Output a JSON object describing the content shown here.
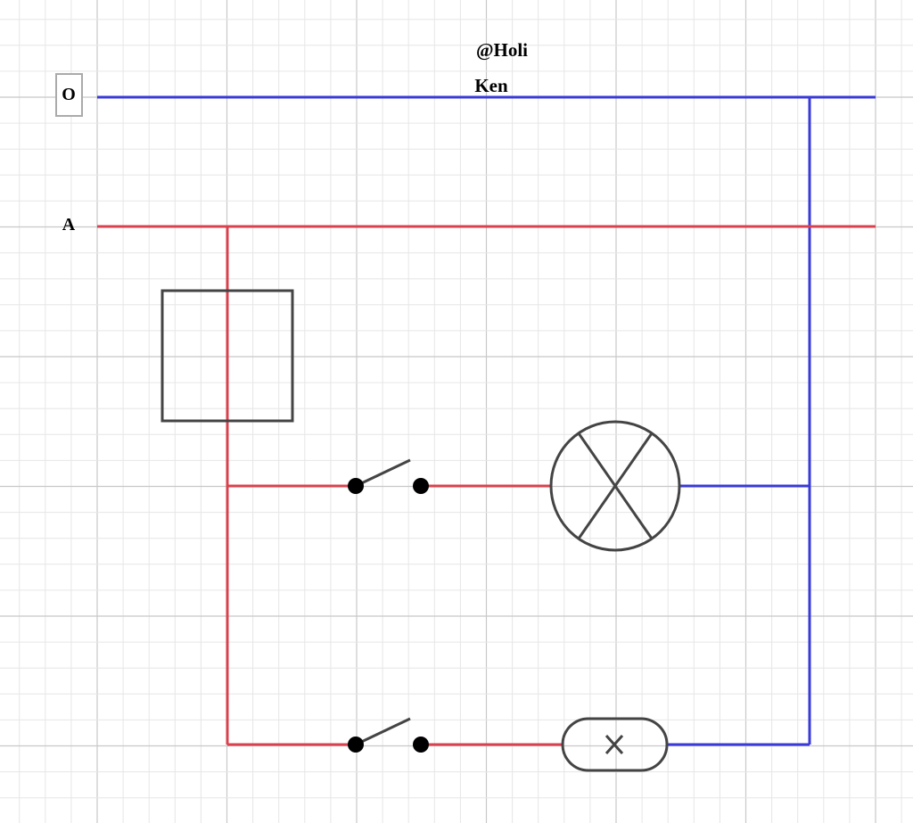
{
  "watermark": {
    "line1": "@Holi",
    "line2": "Ken"
  },
  "labels": {
    "neutral": "O",
    "phase": "A"
  },
  "colors": {
    "grid_minor": "#e6e6e6",
    "grid_major": "#c8c8c8",
    "phase_wire": "#d9414e",
    "neutral_wire": "#3a3ad8",
    "component": "#444444",
    "label_box": "#aaaaaa"
  },
  "components": [
    {
      "kind": "meter",
      "icon": "meter-box-icon"
    },
    {
      "kind": "switch",
      "icon": "switch-icon"
    },
    {
      "kind": "lamp",
      "icon": "lamp-icon"
    },
    {
      "kind": "switch",
      "icon": "switch-icon"
    },
    {
      "kind": "fluorescent-lamp",
      "icon": "fluorescent-lamp-icon"
    }
  ]
}
